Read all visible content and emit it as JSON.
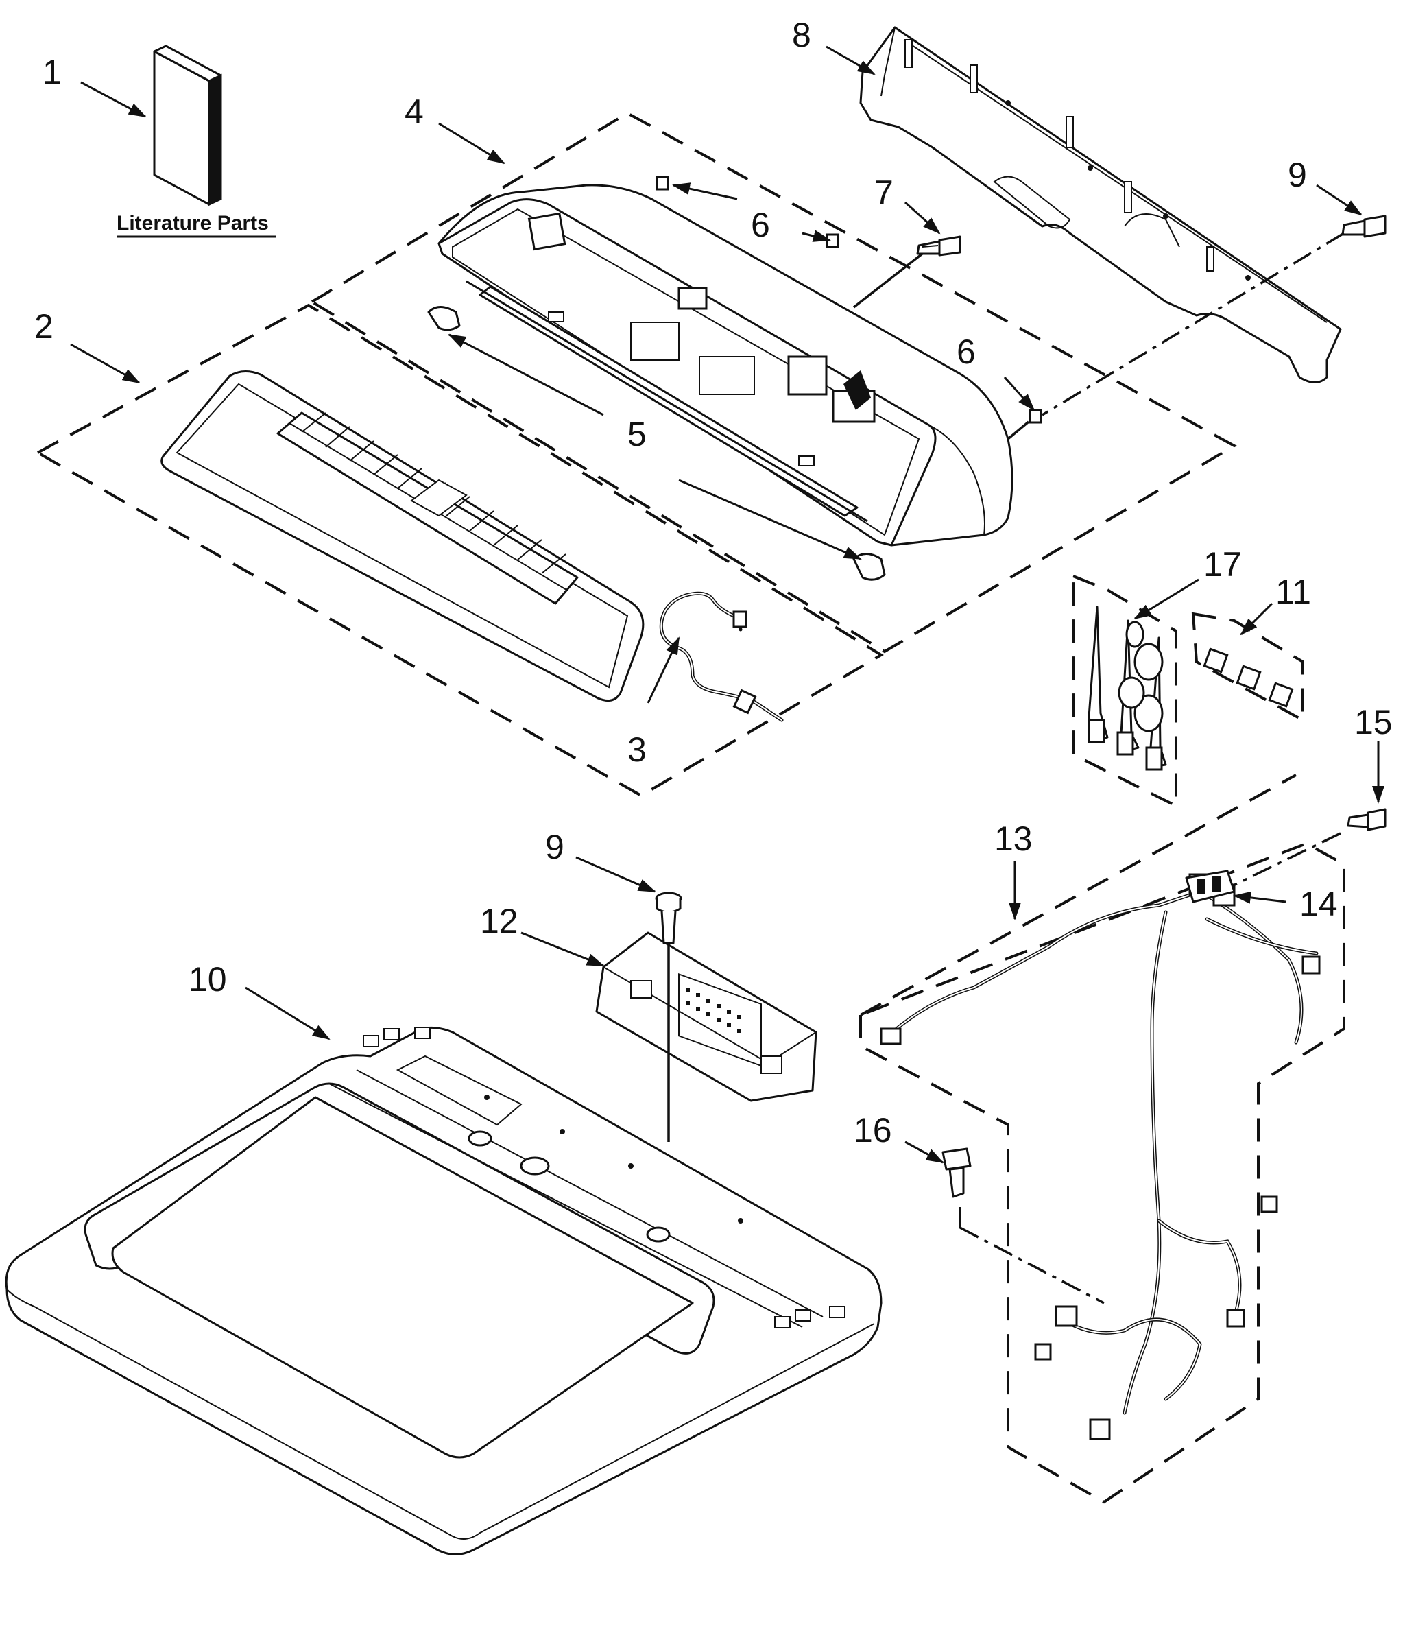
{
  "diagram": {
    "literature_label": "Literature Parts",
    "callouts": {
      "c1": "1",
      "c2": "2",
      "c3": "3",
      "c4": "4",
      "c5": "5",
      "c6a": "6",
      "c6b": "6",
      "c7": "7",
      "c8": "8",
      "c9a": "9",
      "c9b": "9",
      "c10": "10",
      "c11": "11",
      "c12": "12",
      "c13": "13",
      "c14": "14",
      "c15": "15",
      "c16": "16",
      "c17": "17"
    }
  }
}
